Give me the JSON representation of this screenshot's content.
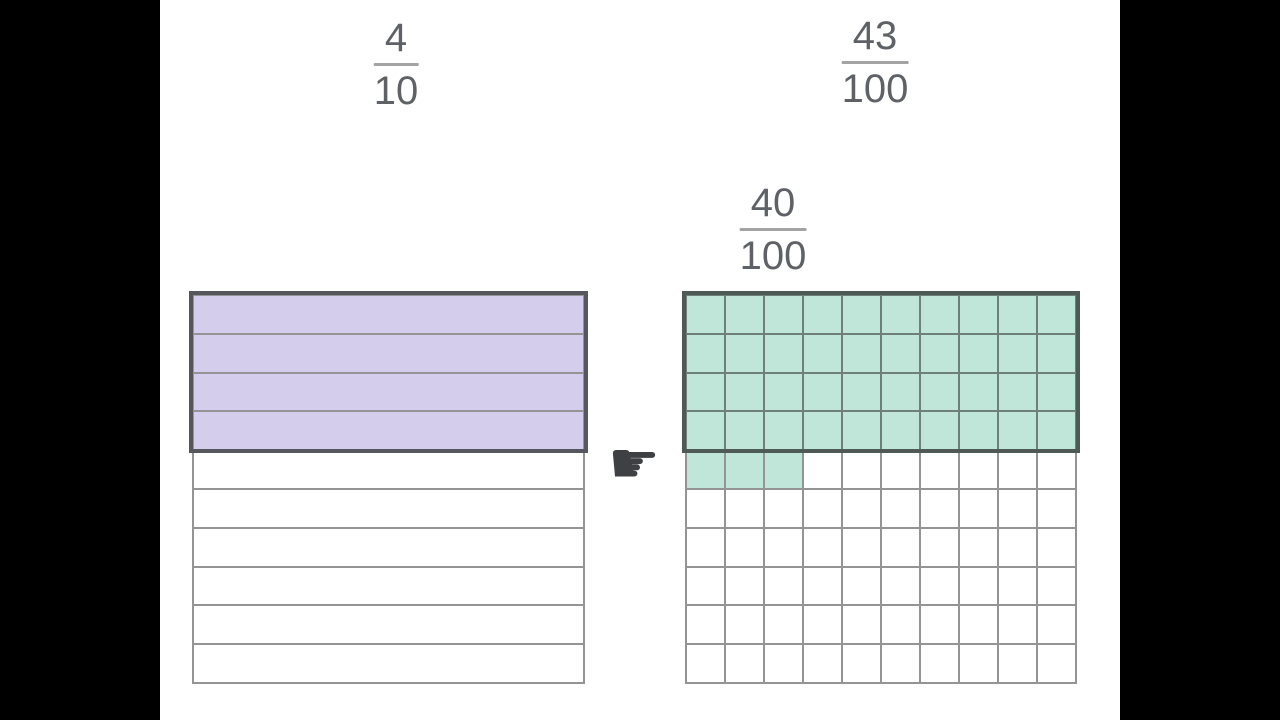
{
  "fractions": {
    "tenths": {
      "numerator": "4",
      "denominator": "10"
    },
    "hundredths": {
      "numerator": "43",
      "denominator": "100"
    },
    "equivalent": {
      "numerator": "40",
      "denominator": "100"
    }
  },
  "grids": {
    "tenths": {
      "rows": 10,
      "shaded_rows": 4
    },
    "hundredths": {
      "rows": 10,
      "cols": 10,
      "shaded_full_rows": 4,
      "extra_shaded_in_next_row": 3
    }
  },
  "icons": {
    "pointing_hand": "☛"
  },
  "colors": {
    "background": "#ffffff",
    "pillarbox": "#000000",
    "text": "#5e6267",
    "fraction_bar": "#a3a3a3",
    "grid_line": "#949494",
    "tenths_fill": "#d5cdec",
    "tenths_border": "#55565e",
    "hundredths_fill": "#bfe6d8",
    "hundredths_border": "#4e5a55",
    "hundredths_inner_line": "#6f807b",
    "pointer": "#3e4043"
  }
}
